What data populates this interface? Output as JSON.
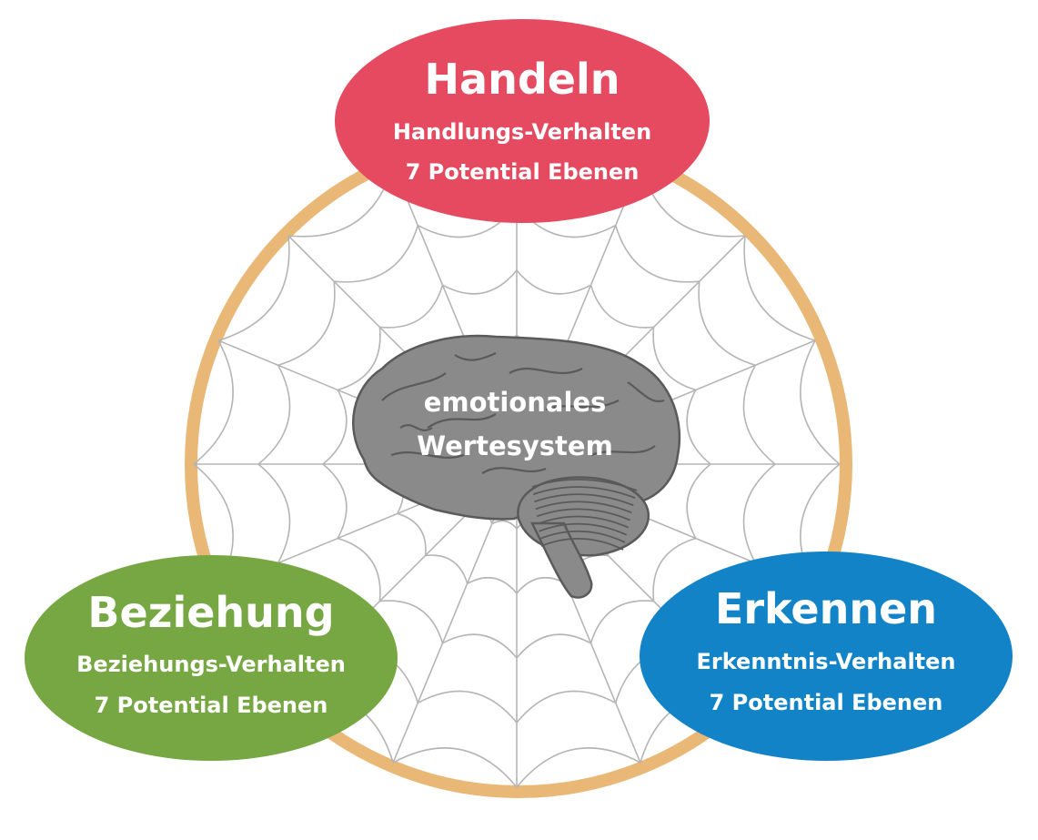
{
  "colors": {
    "ring": "#e9b877",
    "web": "#b5b5b5",
    "handeln": "#e54a60",
    "beziehung": "#77a743",
    "erkennen": "#1283c6",
    "brain": "#8a8a8a",
    "brain_dark": "#5a5a5a",
    "text": "#ffffff"
  },
  "center": {
    "line1": "emotionales",
    "line2": "Wertesystem",
    "icon": "brain-icon"
  },
  "nodes": {
    "handeln": {
      "title": "Handeln",
      "line1": "Handlungs-Verhalten",
      "line2": "7 Potential Ebenen"
    },
    "beziehung": {
      "title": "Beziehung",
      "line1": "Beziehungs-Verhalten",
      "line2": "7 Potential Ebenen"
    },
    "erkennen": {
      "title": "Erkennen",
      "line1": "Erkenntnis-Verhalten",
      "line2": "7 Potential Ebenen"
    }
  },
  "web": {
    "spokes": 16,
    "rings": 5
  }
}
